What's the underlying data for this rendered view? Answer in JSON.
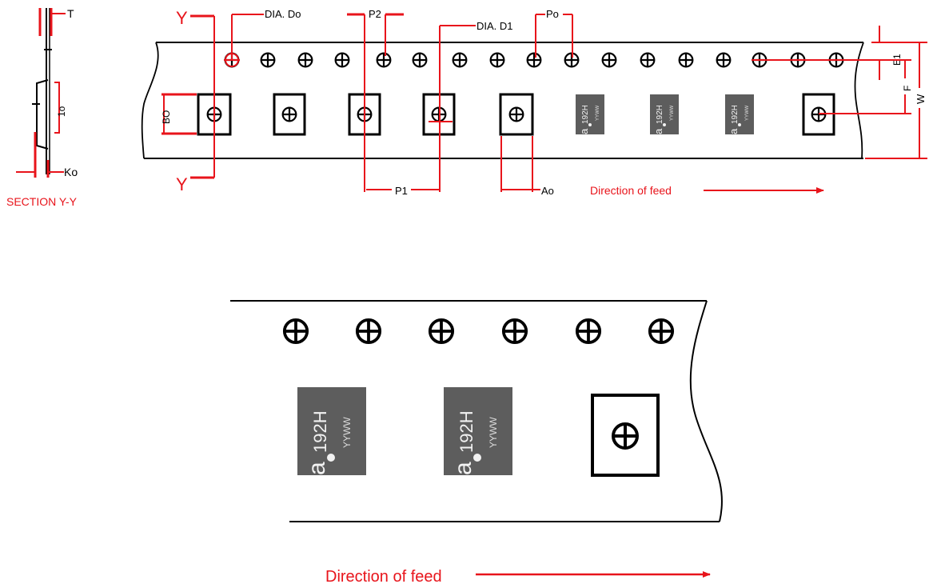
{
  "colors": {
    "outline": "#000000",
    "dimension": "#e8141b",
    "chip": "#5d5d5d",
    "chip_text": "#f2f2f2",
    "background": "#ffffff"
  },
  "section": {
    "title": "SECTION Y-Y",
    "label_t": "T",
    "label_ko": "Ko",
    "label_t_rot": "1o"
  },
  "section_marks": {
    "top": "Y",
    "bottom": "Y"
  },
  "dims": {
    "dia_do": "DIA. Do",
    "p2": "P2",
    "dia_d1": "DIA. D1",
    "po": "Po",
    "bo": "BO",
    "p1": "P1",
    "ao": "Ao",
    "e1": "E1",
    "f": "F",
    "w": "W"
  },
  "direction_label": "Direction of feed",
  "chip": {
    "line1": "192H",
    "line2": "YYWW",
    "logo": "a"
  },
  "bottom_view": {
    "direction_label": "Direction of feed"
  }
}
